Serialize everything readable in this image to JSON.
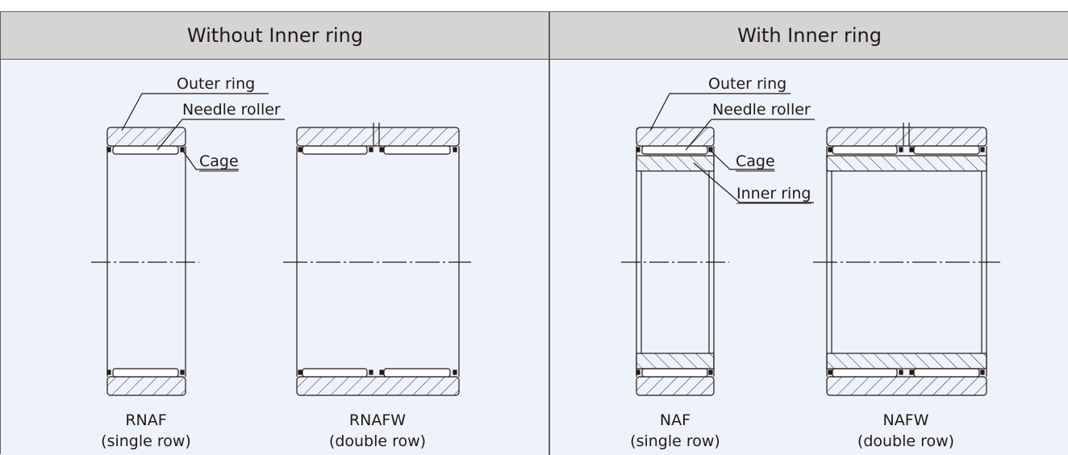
{
  "table": {
    "header_left": "Without Inner ring",
    "header_right": "With Inner ring"
  },
  "labels": {
    "outer_ring": "Outer ring",
    "needle_roller": "Needle roller",
    "cage": "Cage",
    "inner_ring": "Inner ring"
  },
  "bearings": [
    {
      "name": "RNAF",
      "rows": "(single row)"
    },
    {
      "name": "RNAFW",
      "rows": "(double row)"
    },
    {
      "name": "NAF",
      "rows": "(single row)"
    },
    {
      "name": "NAFW",
      "rows": "(double row)"
    }
  ]
}
